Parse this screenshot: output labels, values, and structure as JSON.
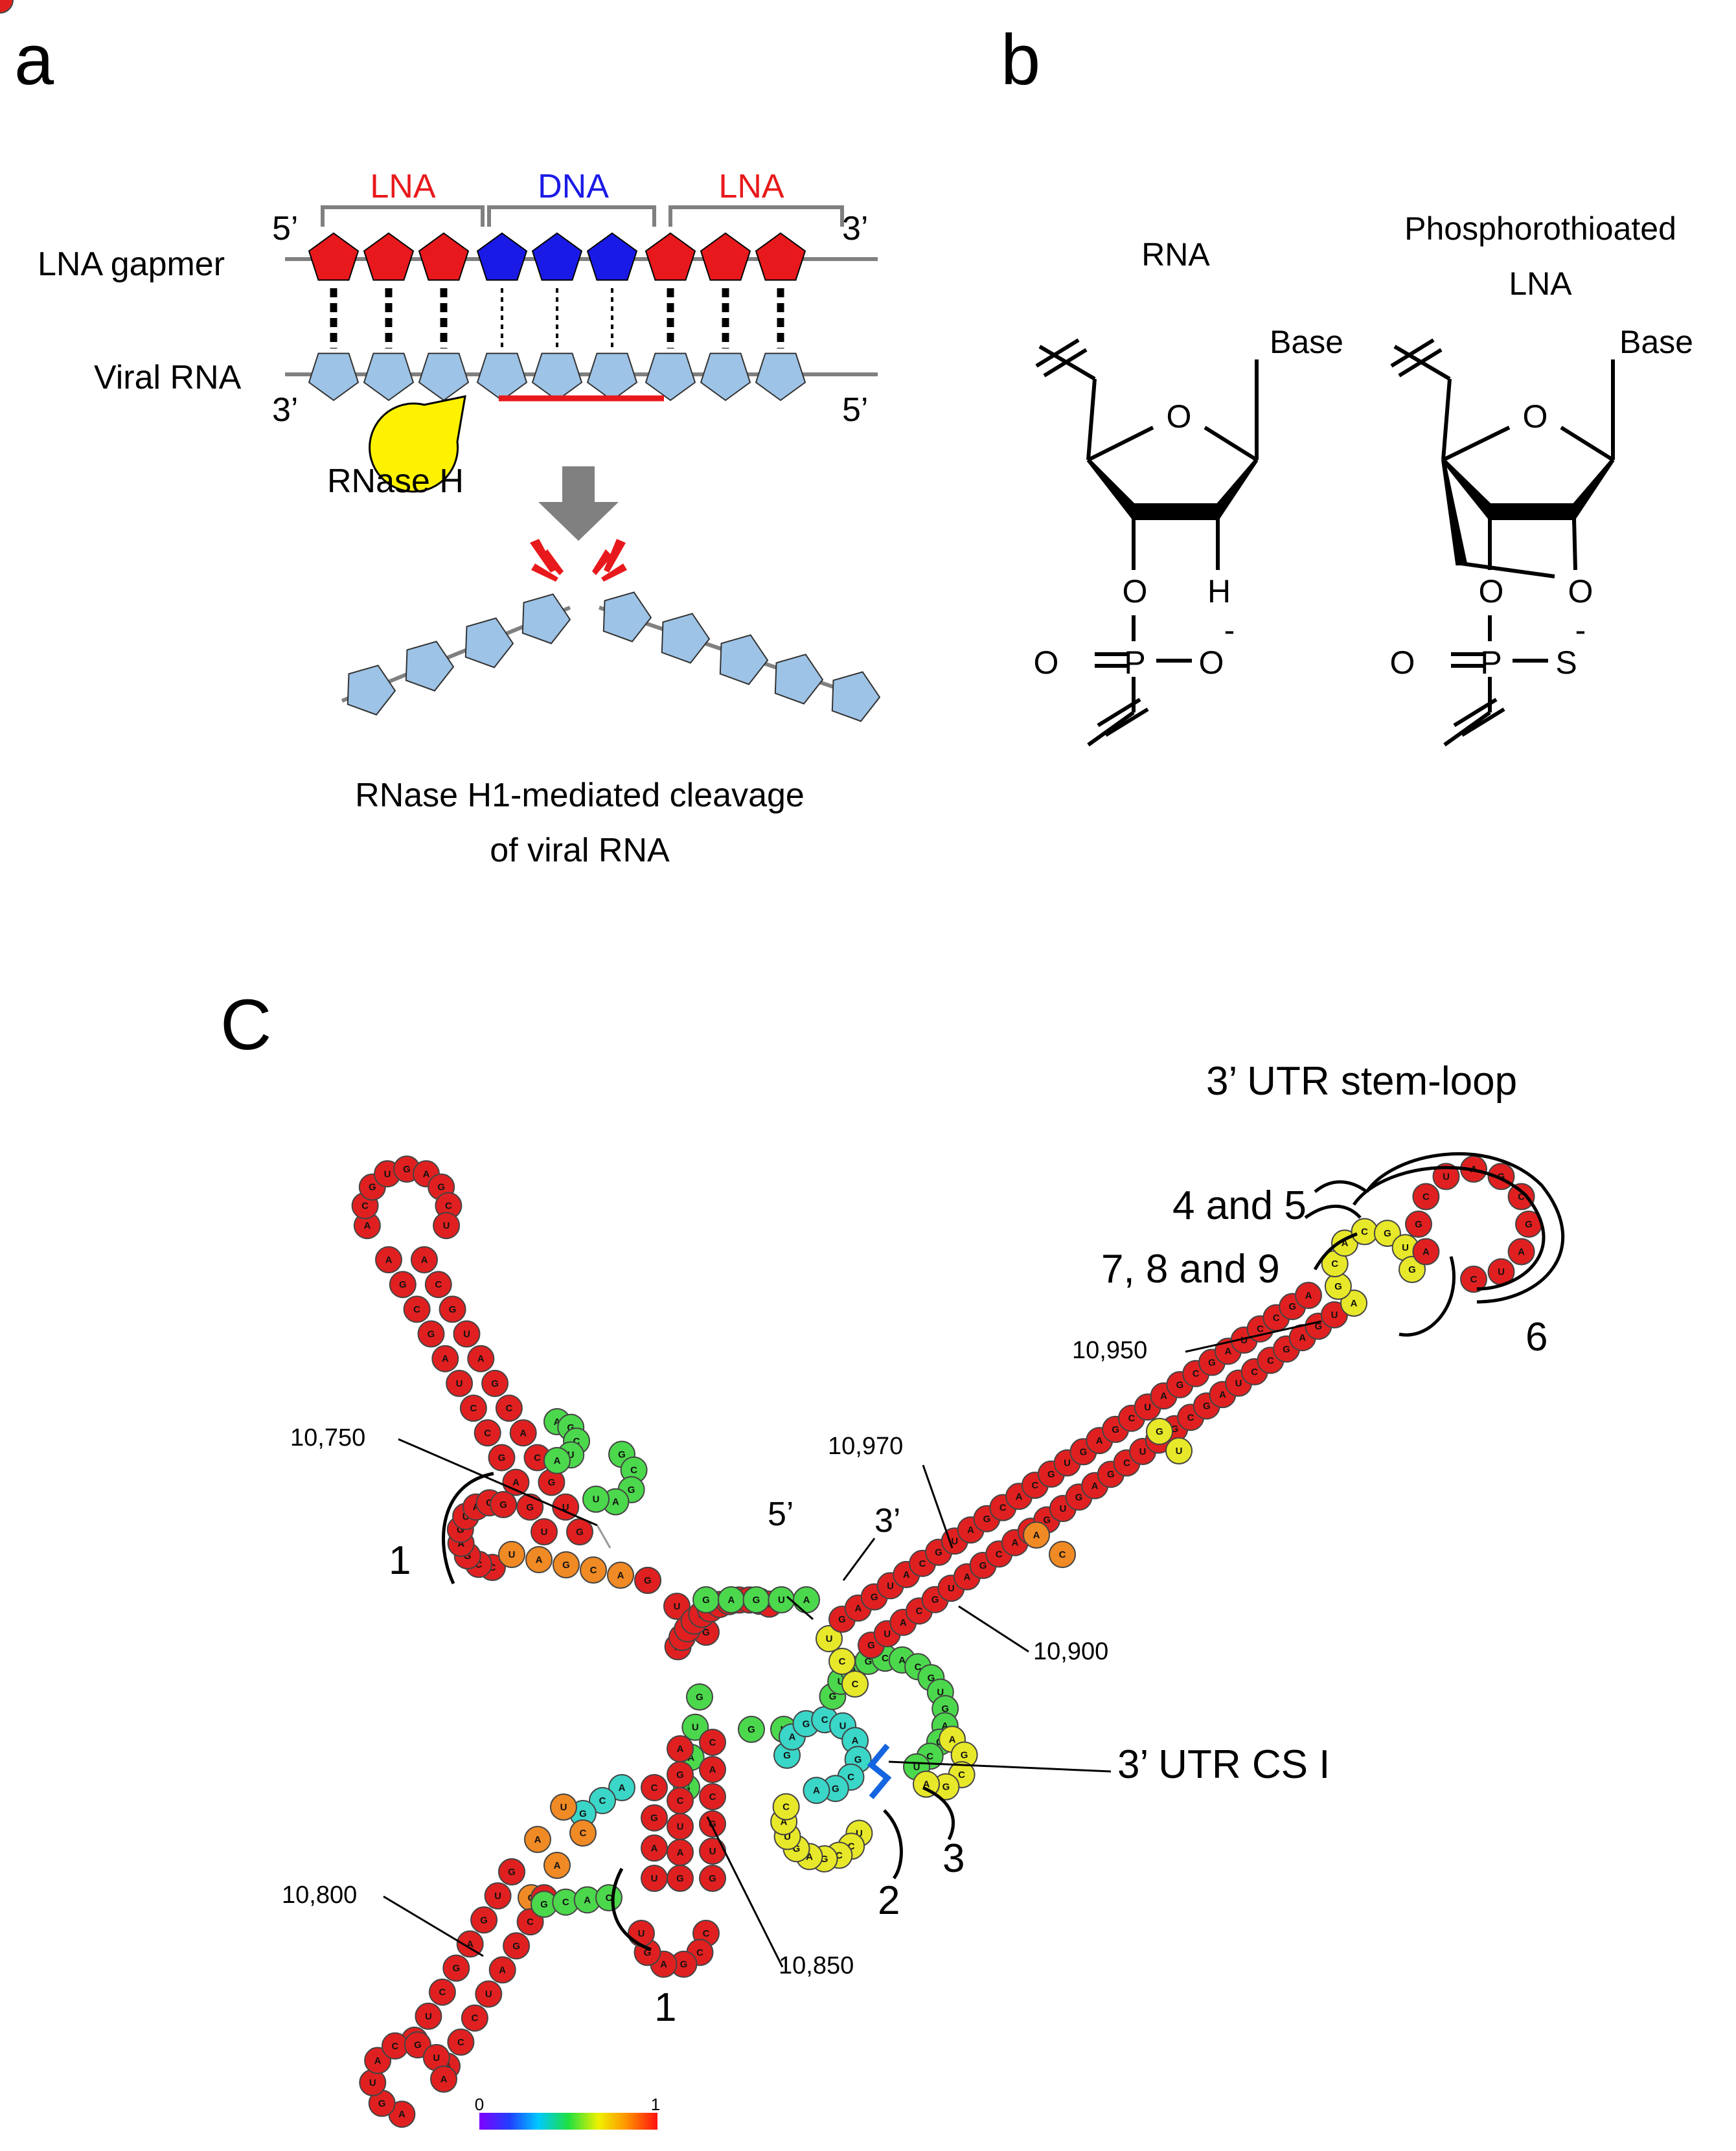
{
  "panels": {
    "a": "a",
    "b": "b",
    "c": "C"
  },
  "panel_a": {
    "segment_left": "LNA",
    "segment_mid": "DNA",
    "segment_right": "LNA",
    "gapmer_5": "5’",
    "gapmer_3": "3’",
    "gapmer_label": "LNA gapmer",
    "viral_label": "Viral RNA",
    "viral_3": "3’",
    "viral_5": "5’",
    "rnase_label": "RNase H",
    "caption_line1": "RNase H1-mediated cleavage",
    "caption_line2": "of viral RNA",
    "colors": {
      "lna": "#e8191c",
      "dna": "#1a1ae6",
      "rna": "#9dc3e6",
      "rnase": "#fff200"
    }
  },
  "panel_b": {
    "rna_title": "RNA",
    "lna_title_line1": "Phosphorothioated",
    "lna_title_line2": "LNA",
    "rna_atoms": {
      "base": "Base",
      "ring_o": "O",
      "o3": "O",
      "h": "H",
      "o_dbl": "O",
      "p": "P",
      "o_minus": "O",
      "minus": "-"
    },
    "lna_atoms": {
      "base": "Base",
      "ring_o": "O",
      "o3": "O",
      "o2": "O",
      "o_dbl": "O",
      "p": "P",
      "s": "S",
      "minus": "-"
    }
  },
  "panel_c": {
    "stem_loop_label": "3’ UTR stem-loop",
    "cs_label": "3’ UTR CS I",
    "target_4_5": "4 and 5",
    "target_7_8_9": "7, 8 and 9",
    "target_6": "6",
    "target_1_upper": "1",
    "target_1_lower": "1",
    "target_2": "2",
    "target_3": "3",
    "end_5": "5’",
    "end_3": "3’",
    "positions": {
      "p10750": "10,750",
      "p10800": "10,800",
      "p10850": "10,850",
      "p10900": "10,900",
      "p10950": "10,950",
      "p10970": "10,970"
    },
    "scale_min": "0",
    "scale_max": "1",
    "colors": {
      "high": "#e02020",
      "mid": "#f08a24",
      "yellow": "#e8e82a",
      "green": "#4cd84c",
      "cyan": "#3ad6c8"
    }
  }
}
